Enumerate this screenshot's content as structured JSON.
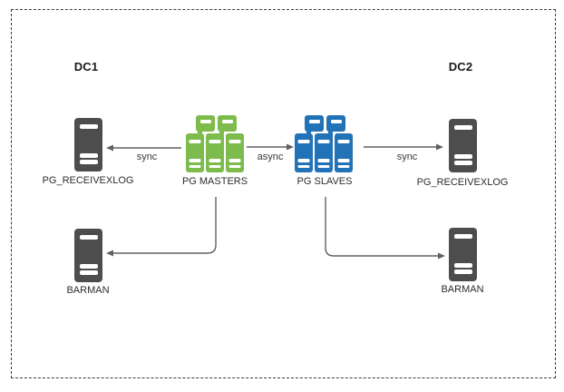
{
  "diagram": {
    "zones": {
      "dc1": "DC1",
      "dc2": "DC2"
    },
    "nodes": [
      {
        "id": "pg-receivexlog-dc1",
        "label": "PG_RECEIVEXLOG",
        "type": "server-tower"
      },
      {
        "id": "pg-masters",
        "label": "PG MASTERS",
        "type": "server-cluster"
      },
      {
        "id": "pg-slaves",
        "label": "PG SLAVES",
        "type": "server-cluster"
      },
      {
        "id": "pg-receivexlog-dc2",
        "label": "PG_RECEIVEXLOG",
        "type": "server-tower"
      },
      {
        "id": "barman-dc1",
        "label": "BARMAN",
        "type": "server-tower"
      },
      {
        "id": "barman-dc2",
        "label": "BARMAN",
        "type": "server-tower"
      }
    ],
    "edges": {
      "masters_to_receivexlog_dc1": "sync",
      "masters_to_slaves": "async",
      "slaves_to_receivexlog_dc2": "sync"
    },
    "colors": {
      "server_dark": "#4d4d4d",
      "masters_green": "#7cbb4c",
      "slaves_blue": "#2272b8",
      "connector": "#616161"
    }
  }
}
